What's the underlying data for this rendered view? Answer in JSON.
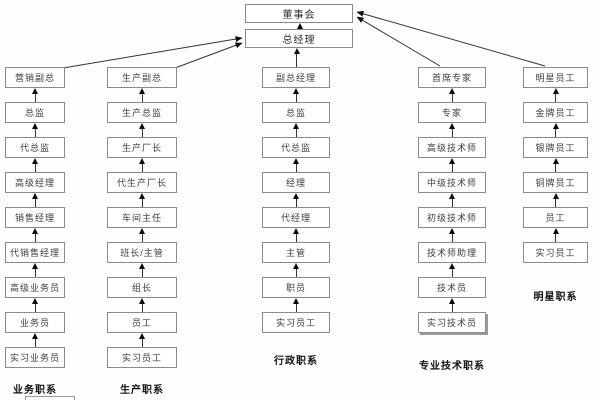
{
  "org": {
    "top_nodes": [
      {
        "id": "board",
        "label": "董事会"
      },
      {
        "id": "general-manager",
        "label": "总经理"
      }
    ],
    "columns": [
      {
        "id": "business",
        "label": "业务职系",
        "nodes": [
          "营销副总",
          "总监",
          "代总监",
          "高级经理",
          "销售经理",
          "代销售经理",
          "高级业务员",
          "业务员",
          "实习业务员"
        ]
      },
      {
        "id": "production",
        "label": "生产职系",
        "nodes": [
          "生产副总",
          "生产总监",
          "生产厂长",
          "代生产厂长",
          "车间主任",
          "班长/主管",
          "组长",
          "员工",
          "实习员工"
        ]
      },
      {
        "id": "admin",
        "label": "行政职系",
        "nodes": [
          "副总经理",
          "总监",
          "代总监",
          "经理",
          "代经理",
          "主管",
          "职员",
          "实习员工"
        ]
      },
      {
        "id": "tech",
        "label": "专业技术职系",
        "nodes": [
          "首席专家",
          "专家",
          "高级技术师",
          "中级技术师",
          "初级技术师",
          "技术师助理",
          "技术员",
          "实习技术员"
        ]
      },
      {
        "id": "star",
        "label": "明星职系",
        "nodes": [
          "明星员工",
          "金牌员工",
          "银牌员工",
          "铜牌员工",
          "员工",
          "实习员工"
        ]
      }
    ],
    "emphasized_node": "实习技术员",
    "top_links": [
      {
        "from": "总经理",
        "to": "董事会"
      },
      {
        "from": "营销副总",
        "to": "总经理"
      },
      {
        "from": "生产副总",
        "to": "总经理"
      },
      {
        "from": "副总经理",
        "to": "总经理"
      },
      {
        "from": "首席专家",
        "to": "董事会"
      },
      {
        "from": "明星员工",
        "to": "董事会"
      }
    ],
    "colors": {
      "box_border": "#8a8a8a",
      "line": "#333333",
      "arrow": "#0a0a0a",
      "label_text": "#111111"
    }
  }
}
